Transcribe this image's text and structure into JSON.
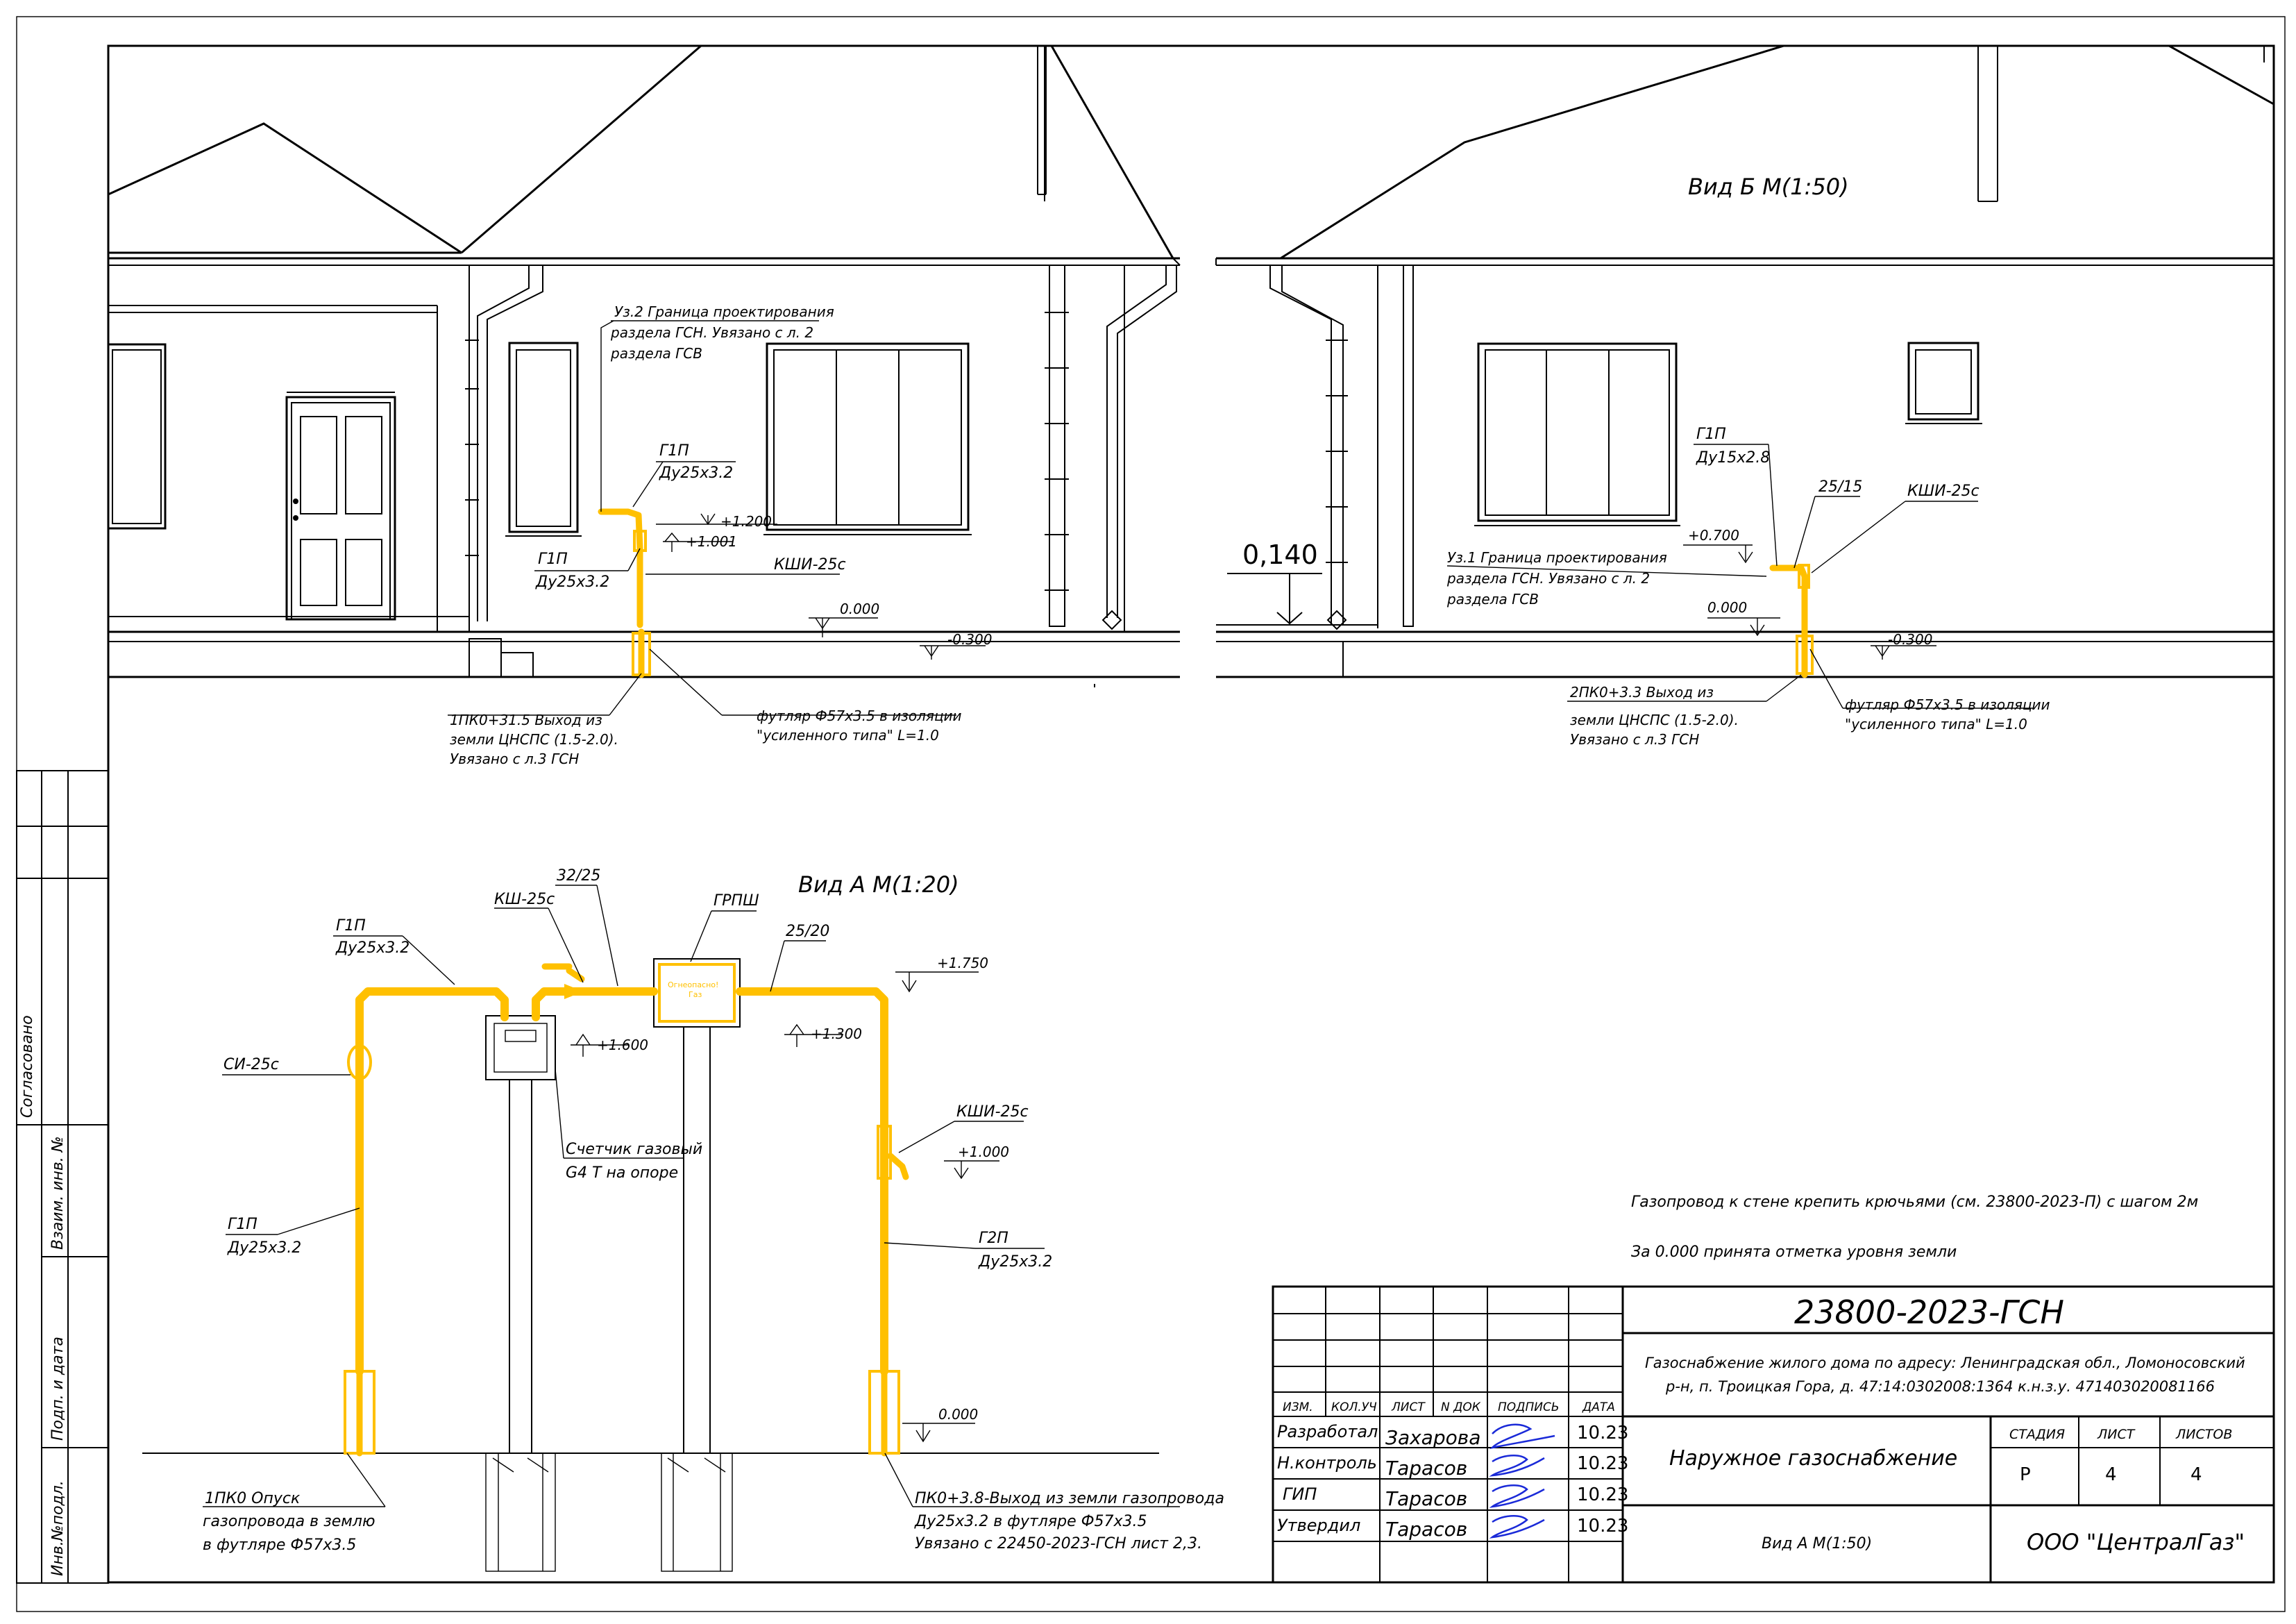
{
  "sheet": {
    "code": "23800-2023-ГСН",
    "address": "Газоснабжение жилого дома  по адресу: Ленинградская обл., Ломоносовский",
    "address2": "р-н, п. Троицкая Гора, д. 47:14:0302008:1364 к.н.з.у. 471403020081166",
    "title": "Наружное газоснабжение",
    "view": "Вид А М(1:50)",
    "company": "ООО \"ЦентралГаз\"",
    "stage_hdr": "СТАДИЯ",
    "sheet_hdr": "ЛИСТ",
    "sheets_hdr": "ЛИСТОВ",
    "stage": "Р",
    "sheet_no": "4",
    "sheets_total": "4",
    "cols": [
      "ИЗМ.",
      "КОЛ.УЧ",
      "ЛИСТ",
      "N ДОК",
      "ПОДПИСЬ",
      "ДАТА"
    ],
    "rows": [
      {
        "role": "Разработал",
        "name": "Захарова",
        "date": "10.23"
      },
      {
        "role": "Н.контроль",
        "name": "Тарасов",
        "date": "10.23"
      },
      {
        "role": "ГИП",
        "name": "Тарасов",
        "date": "10.23"
      },
      {
        "role": "Утвердил",
        "name": "Тарасов",
        "date": "10.23"
      }
    ]
  },
  "side_stamp": {
    "agreed": "Согласовано",
    "inv_sub": "Взаим. инв. №",
    "sign_date": "Подп. и дата",
    "inv_orig": "Инв.№подл."
  },
  "notes": {
    "fix": "Газопровод к стене крепить крючьями (см. 23800-2023-П) с шагом 2м",
    "zero": "За 0.000 принята отметка уровня земли"
  },
  "view_left": {
    "node2_1": "Уз.2 Граница проектирования",
    "node2_2": "раздела ГСН. Увязано с л. 2",
    "node2_3": "раздела ГСВ",
    "g1p_top": "Г1П",
    "g1p_top_d": "Ду25х3.2",
    "mark_1200": "+1.200",
    "mark_1001": "+1.001",
    "g1p": "Г1П",
    "g1p_d": "Ду25х3.2",
    "kshi": "КШИ-25с",
    "zero": "0.000",
    "m300": "-0.300",
    "pk1_1": "1ПК0+31.5 Выход из",
    "pk1_2": "земли ЦНСПС (1.5-2.0).",
    "pk1_3": "Увязано с л.3 ГСН",
    "case_1": "футляр Ф57х3.5 в изоляции",
    "case_2": "\"усиленного типа\" L=1.0"
  },
  "view_b": {
    "title": "Вид Б М(1:50)",
    "level": "0,140",
    "g1p": "Г1П",
    "g1p_d": "Ду15х2.8",
    "d2515": "25/15",
    "kshi": "КШИ-25с",
    "mark_700": "+0.700",
    "node1_1": "Уз.1 Граница проектирования",
    "node1_2": "раздела ГСН. Увязано с л. 2",
    "node1_3": "раздела ГСВ",
    "zero": "0.000",
    "m300": "-0.300",
    "pk2_1": "2ПК0+3.3 Выход из",
    "pk2_2": "земли ЦНСПС (1.5-2.0).",
    "pk2_3": "Увязано с л.3 ГСН",
    "case_1": "футляр Ф57х3.5 в изоляции",
    "case_2": "\"усиленного типа\" L=1.0"
  },
  "view_a": {
    "title": "Вид А М(1:20)",
    "g1p_top": "Г1П",
    "g1p_top_d": "Ду25х3.2",
    "ksh": "КШ-25с",
    "d3225": "32/25",
    "grpsh": "ГРПШ",
    "grpsh_label1": "Огнеопасно!",
    "grpsh_label2": "Газ",
    "d2520": "25/20",
    "mark_1750": "+1.750",
    "mark_1300": "+1.300",
    "mark_1600": "+1.600",
    "si": "СИ-25с",
    "meter_1": "Счетчик газовый",
    "meter_2": "G4 Т на опоре",
    "kshi": "КШИ-25с",
    "mark_1000": "+1.000",
    "g1p": "Г1П",
    "g1p_d": "Ду25х3.2",
    "g2p": "Г2П",
    "g2p_d": "Ду25х3.2",
    "zero": "0.000",
    "pk_1": "1ПК0 Опуск",
    "pk_2": "газопровода в землю",
    "pk_3": "в футляре Ф57х3.5",
    "pk0_1": "ПК0+3.8-Выход из земли  газопровода",
    "pk0_2": "Ду25х3.2 в футляре  Ф57х3.5",
    "pk0_3": "Увязано с 22450-2023-ГСН лист 2,3."
  },
  "colors": {
    "gas": "#ffc000",
    "signature": "#1a2ad8"
  }
}
